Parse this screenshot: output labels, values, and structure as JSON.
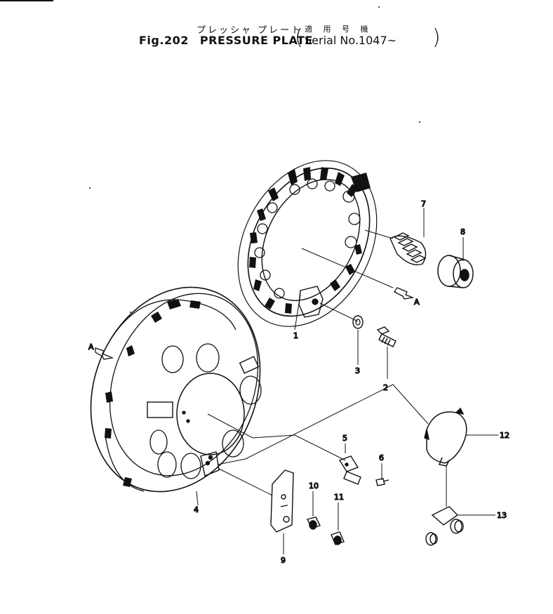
{
  "header": {
    "jp_title": "プレッシャ プレート",
    "fig_number": "Fig.202",
    "en_title": "PRESSURE PLATE",
    "jp_serial_note": "適 用 号 機",
    "serial": "Serial No.1047~",
    "paren_open": "(",
    "paren_close": ")"
  },
  "callouts": {
    "p1": "1",
    "p2": "2",
    "p3": "3",
    "p4": "4",
    "p5": "5",
    "p6": "6",
    "p7": "7",
    "p8": "8",
    "p9": "9",
    "p10": "10",
    "p11": "11",
    "p12": "12",
    "p13": "13",
    "view_a1": "A",
    "view_a2": "A"
  }
}
